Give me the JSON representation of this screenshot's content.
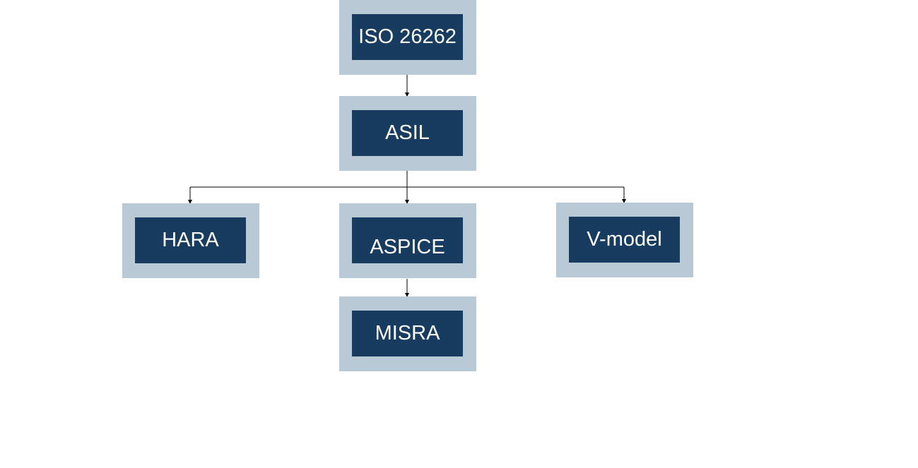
{
  "diagram": {
    "colors": {
      "outer": "#bac9d6",
      "inner": "#173c5f",
      "text": "#ffffff",
      "line": "#000000"
    },
    "nodes": {
      "iso26262": {
        "label": "ISO 26262"
      },
      "asil": {
        "label": "ASIL"
      },
      "hara": {
        "label": "HARA"
      },
      "aspice": {
        "label": "ASPICE"
      },
      "vmodel": {
        "label": "V-model"
      },
      "misra": {
        "label": "MISRA"
      }
    },
    "edges": [
      {
        "from": "iso26262",
        "to": "asil"
      },
      {
        "from": "asil",
        "to": "hara"
      },
      {
        "from": "asil",
        "to": "aspice"
      },
      {
        "from": "asil",
        "to": "vmodel"
      },
      {
        "from": "aspice",
        "to": "misra"
      }
    ]
  }
}
